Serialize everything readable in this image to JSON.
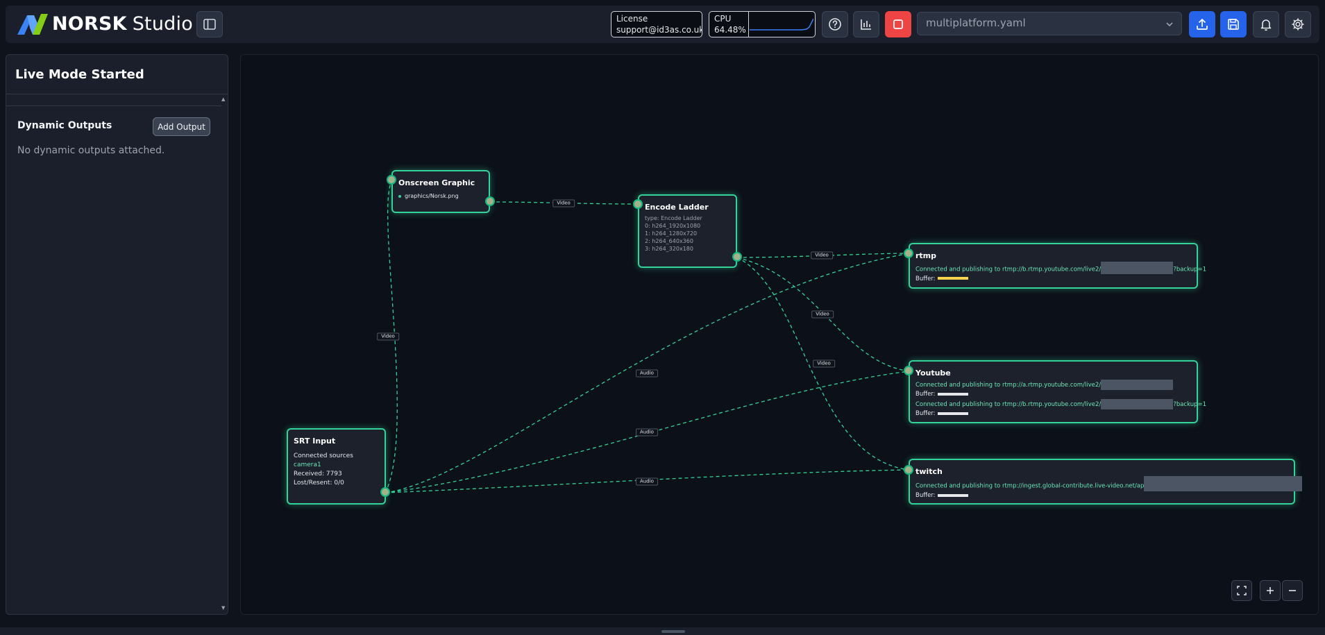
{
  "app": {
    "brand": "NORSK",
    "product": "Studio"
  },
  "header": {
    "license_label": "License",
    "license_value": "support@id3as.co.uk",
    "cpu_label": "CPU",
    "cpu_value": "64.48%",
    "selected_file": "multiplatform.yaml",
    "icons": [
      "sidebar-toggle-icon",
      "help-icon",
      "chart-icon",
      "stop-icon",
      "chevron-down-icon",
      "upload-icon",
      "save-icon",
      "bell-icon",
      "gear-icon"
    ]
  },
  "panel": {
    "title": "Live Mode Started",
    "dynamic_outputs_title": "Dynamic Outputs",
    "add_output_label": "Add Output",
    "empty_message": "No dynamic outputs attached."
  },
  "nodes": {
    "onscreen": {
      "title": "Onscreen Graphic",
      "file": "graphics/Norsk.png"
    },
    "encode": {
      "title": "Encode Ladder",
      "lines": [
        "type: Encode Ladder",
        "0: h264_1920x1080",
        "1: h264_1280x720",
        "2: h264_640x360",
        "3: h264_320x180"
      ]
    },
    "srt": {
      "title": "SRT Input",
      "connected_label": "Connected sources",
      "source": "camera1",
      "received": "Received: 7793",
      "lost": "Lost/Resent: 0/0"
    },
    "rtmp": {
      "title": "rtmp",
      "status": "Connected and publishing to rtmp://b.rtmp.youtube.com/live2/",
      "suffix": "?backup=1",
      "buffer_label": "Buffer:"
    },
    "youtube": {
      "title": "Youtube",
      "status1": "Connected and publishing to rtmp://a.rtmp.youtube.com/live2/",
      "status2": "Connected and publishing to rtmp://b.rtmp.youtube.com/live2/",
      "suffix2": "?backup=1",
      "buffer_label": "Buffer:"
    },
    "twitch": {
      "title": "twitch",
      "status": "Connected and publishing to rtmp://ingest.global-contribute.live-video.net/ap",
      "buffer_label": "Buffer:"
    }
  },
  "edge_labels": {
    "video": "Video",
    "audio": "Audio"
  },
  "colors": {
    "accent": "#34d399",
    "primary_button": "#2563eb",
    "stop_button": "#ef4444",
    "buffer_warning": "#fcd34d"
  }
}
